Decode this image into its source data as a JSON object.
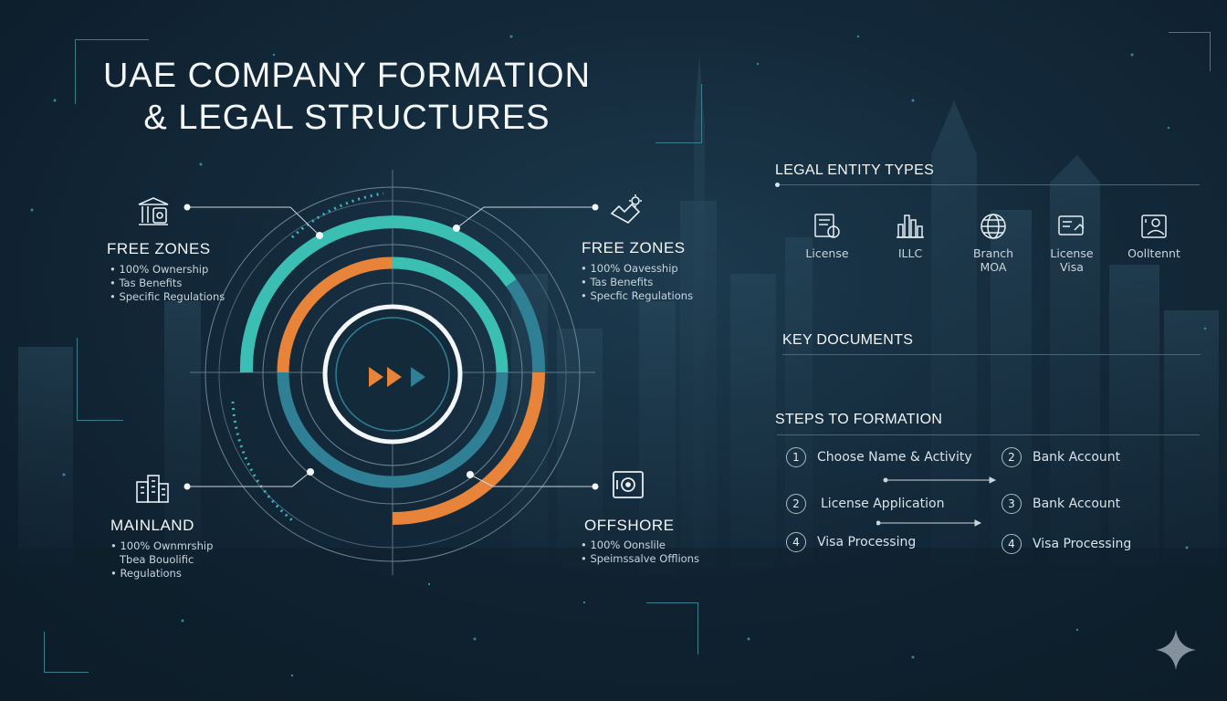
{
  "title": {
    "line1": "UAE COMPANY FORMATION",
    "line2": "& LEGAL STRUCTURES"
  },
  "segments": [
    {
      "title": "FREE ZONES",
      "icon": "government-building-icon",
      "bullets": [
        "• 100% Ownership",
        "• Tas Benefits",
        "• Specific Regulations"
      ]
    },
    {
      "title": "FREE ZONES",
      "icon": "gear-handshake-icon",
      "bullets": [
        "• 100% Oavesship",
        "• Tas Benefits",
        "• Specfic Regulations"
      ]
    },
    {
      "title": "MAINLAND",
      "icon": "office-building-icon",
      "bullets": [
        "• 100% Ownmrship",
        "Tbea Bouolific",
        "• Regulations"
      ]
    },
    {
      "title": "OFFSHORE",
      "icon": "safe-icon",
      "bullets": [
        "• 100% Oonslile",
        "• Speimssalve Offlions"
      ]
    }
  ],
  "entity_types": {
    "title": "LEGAL ENTITY TYPES",
    "items": [
      {
        "icon": "license-document-icon",
        "label": "License"
      },
      {
        "icon": "city-bars-icon",
        "label": "ILLC"
      },
      {
        "icon": "globe-icon",
        "label": "Branch\nMOA"
      },
      {
        "icon": "id-card-icon",
        "label": "License\nVisa"
      },
      {
        "icon": "person-card-icon",
        "label": "Oolltennt"
      }
    ]
  },
  "key_documents": {
    "title": "KEY DOCUMENTS"
  },
  "steps": {
    "title": "STEPS TO FORMATION",
    "items": [
      {
        "num": "1",
        "label": "Choose Name & Activity"
      },
      {
        "num": "2",
        "label": "Bank Account"
      },
      {
        "num": "2",
        "label": "License Application"
      },
      {
        "num": "3",
        "label": "Bank Account"
      },
      {
        "num": "4",
        "label": "Visa Processing"
      },
      {
        "num": "4",
        "label": "Visa Processing"
      }
    ]
  },
  "colors": {
    "teal": "#3bbfb3",
    "orange": "#e8843a",
    "blue": "#2f7f95",
    "background": "#13293a"
  }
}
